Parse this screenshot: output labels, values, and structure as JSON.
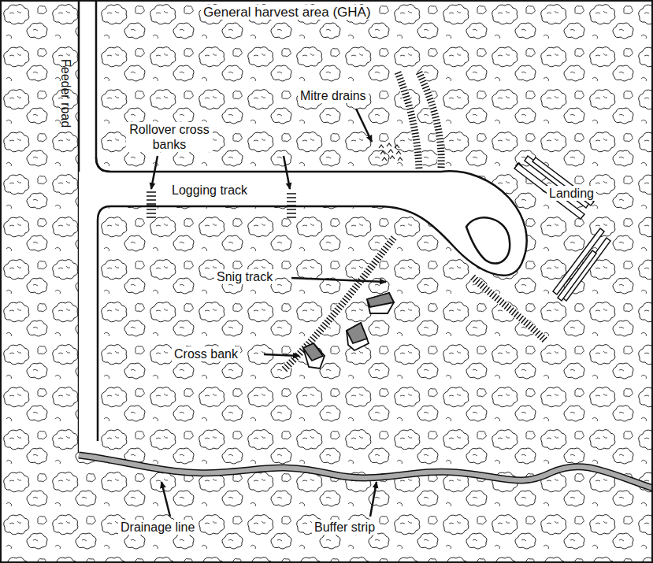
{
  "diagram": {
    "labels": [
      "General harvest area (GHA)",
      "Feeder road",
      "Rollover cross banks",
      "Mitre drains",
      "Logging track",
      "Landing",
      "Snig track",
      "Cross bank",
      "Drainage line",
      "Buffer strip"
    ]
  }
}
